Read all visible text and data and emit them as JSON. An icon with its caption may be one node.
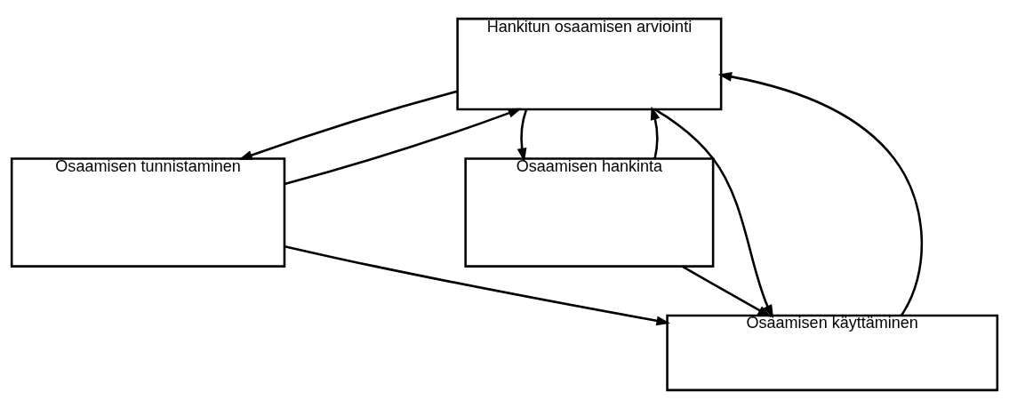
{
  "diagram": {
    "nodes": [
      {
        "text": [
          "Hankitun osaamisen arviointi"
        ]
      },
      {
        "text": [
          "Osaamisen tunnistaminen"
        ]
      },
      {
        "text": [
          "Osaamisen hankinta"
        ]
      },
      {
        "text": [
          "Osaamisen käyttäminen"
        ]
      }
    ],
    "edges": [
      {
        "from": 1,
        "to": 0,
        "arrow": "to"
      },
      {
        "from": 0,
        "to": 1,
        "arrow": "to"
      },
      {
        "from": 0,
        "to": 2,
        "arrow": "to"
      },
      {
        "from": 2,
        "to": 0,
        "arrow": "to"
      },
      {
        "from": 0,
        "to": 3,
        "arrow": "to"
      },
      {
        "from": 3,
        "to": 0,
        "arrow": "to"
      },
      {
        "from": 1,
        "to": 3,
        "arrow": "to"
      },
      {
        "from": 2,
        "to": 3,
        "arrow": "to"
      }
    ]
  }
}
